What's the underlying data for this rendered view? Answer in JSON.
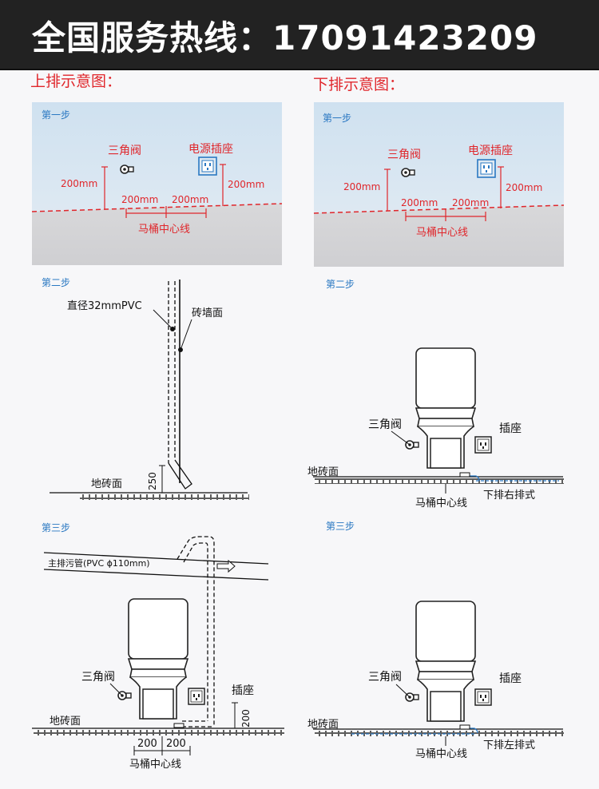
{
  "banner": {
    "label": "全国服务热线：",
    "phone": "17091423209"
  },
  "top": {
    "title": "上排示意图：",
    "step1": {
      "step": "第一步",
      "valve": "三角阀",
      "socket": "电源插座",
      "h_left": "200mm",
      "h_right": "200mm",
      "w_left": "200mm",
      "w_right": "200mm",
      "center": "马桶中心线"
    },
    "step2": {
      "step": "第二步",
      "pipe": "直径32mmPVC",
      "wall": "砖墙面",
      "height": "250",
      "floor": "地砖面"
    },
    "step3": {
      "step": "第三步",
      "main_pipe": "主排污管(PVC ϕ110mm)",
      "valve": "三角阀",
      "socket": "插座",
      "floor": "地砖面",
      "height": "200",
      "w_left": "200",
      "w_right": "200",
      "center": "马桶中心线"
    }
  },
  "bottom": {
    "title": "下排示意图：",
    "step1": {
      "step": "第一步",
      "valve": "三角阀",
      "socket": "电源插座",
      "h_left": "200mm",
      "h_right": "200mm",
      "w_left": "200mm",
      "w_right": "200mm",
      "center": "马桶中心线"
    },
    "step2": {
      "step": "第二步",
      "valve": "三角阀",
      "socket": "插座",
      "floor": "地砖面",
      "center": "马桶中心线",
      "mode": "下排右排式"
    },
    "step3": {
      "step": "第三步",
      "valve": "三角阀",
      "socket": "插座",
      "floor": "地砖面",
      "center": "马桶中心线",
      "mode": "下排左排式"
    }
  },
  "colors": {
    "red": "#e0262b",
    "blue": "#2a78c2",
    "panel_top": "#cfe1f0",
    "panel_bottom": "#d5d5d8"
  },
  "icons": [
    "angle-valve-icon",
    "power-socket-icon",
    "flow-arrow-icon"
  ]
}
